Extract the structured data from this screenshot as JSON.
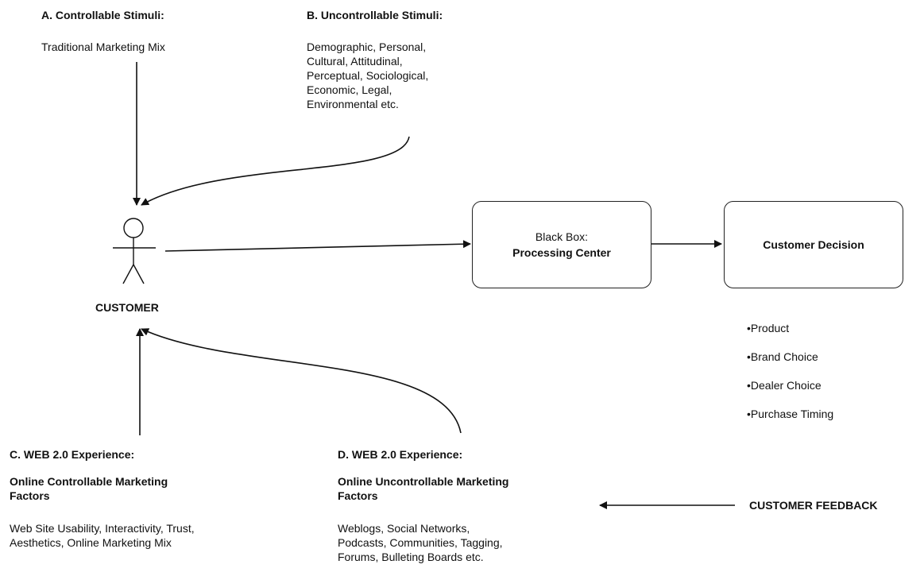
{
  "a": {
    "title": "A. Controllable Stimuli:",
    "body": "Traditional Marketing Mix"
  },
  "b": {
    "title": "B. Uncontrollable Stimuli:",
    "lines": [
      "Demographic, Personal,",
      "Cultural, Attitudinal,",
      "Perceptual, Sociological,",
      "Economic, Legal,",
      "Environmental etc."
    ]
  },
  "customer": {
    "label": "CUSTOMER"
  },
  "black_box": {
    "line1": "Black Box:",
    "line2": "Processing Center"
  },
  "decision": {
    "label": "Customer Decision",
    "items": [
      "•Product",
      "•Brand Choice",
      "•Dealer Choice",
      "•Purchase Timing"
    ]
  },
  "c": {
    "title": "C. WEB 2.0 Experience:",
    "subtitle_lines": [
      "Online Controllable Marketing",
      "Factors"
    ],
    "body_lines": [
      "Web Site Usability, Interactivity, Trust,",
      "Aesthetics, Online Marketing Mix"
    ]
  },
  "d": {
    "title": "D. WEB 2.0 Experience:",
    "subtitle_lines": [
      "Online Uncontrollable Marketing",
      "Factors"
    ],
    "body_lines": [
      "Weblogs, Social Networks,",
      "Podcasts, Communities, Tagging,",
      "Forums, Bulleting Boards etc."
    ]
  },
  "feedback": {
    "label": "CUSTOMER FEEDBACK"
  }
}
